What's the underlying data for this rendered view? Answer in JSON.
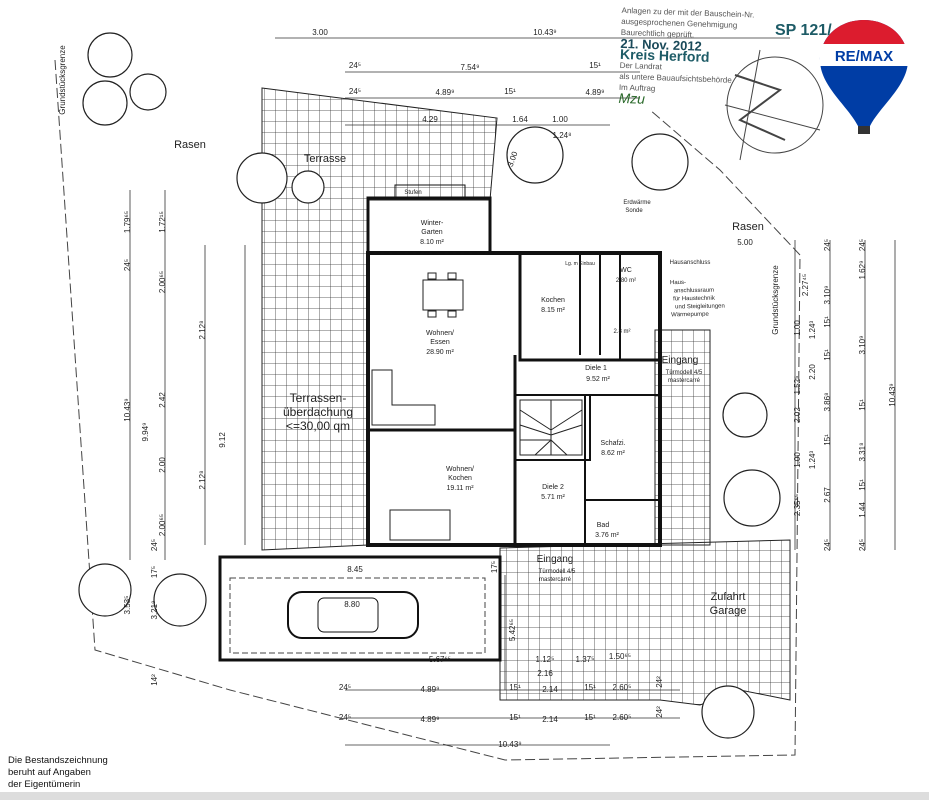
{
  "rooms": {
    "terrasse": "Terrasse",
    "rasen_left": "Rasen",
    "rasen_right": "Rasen",
    "stufen": "Stufen",
    "wintergarten_name": "Winter-",
    "wintergarten_name2": "Garten",
    "wintergarten_area": "8.10 m²",
    "wohnen_name": "Wohnen/",
    "wohnen_name2": "Essen",
    "wohnen_area": "28.90 m²",
    "kochen_name": "Kochen",
    "kochen_area": "8.15 m²",
    "wc_name": "WC",
    "wc_area": "2.80 m²",
    "dusche_area": "2.8 m²",
    "diele1_name": "Diele 1",
    "diele1_area": "9.52 m²",
    "schlaf_name": "Schafzi.",
    "schlaf_area": "8.62 m²",
    "wohnkochen_name": "Wohnen/",
    "wohnkochen_name2": "Kochen",
    "wohnkochen_area": "19.11 m²",
    "diele2_name": "Diele 2",
    "diele2_area": "5.71 m²",
    "bad_name": "Bad",
    "bad_area": "3.76 m²",
    "eingang1": "Eingang",
    "eingang1_sub": "Türmodell 4/5",
    "eingang1_sub2": "mastercarré",
    "eingang2": "Eingang",
    "eingang2_sub": "Türmodell 4/5",
    "eingang2_sub2": "mastercarré",
    "ueberdachung1": "Terrassen-",
    "ueberdachung2": "überdachung",
    "ueberdachung3": "<=30,00 qm",
    "zufahrt1": "Zufahrt",
    "zufahrt2": "Garage",
    "hausanschluss": "Hausanschluss",
    "hausanschlussraum1": "Haus-",
    "hausanschlussraum2": "anschlussraum",
    "hausanschlussraum3": "für Haustechnik",
    "hausanschlussraum4": "und Steigleitungen",
    "hausanschlussraum5": "Wärmepumpe",
    "erdwaerme1": "Erdwärme",
    "erdwaerme2": "Sonde",
    "grenze_left": "Grundstücksgrenze",
    "grenze_right": "Grundstücksgrenze",
    "einbau": "Lg. m Einbau"
  },
  "dims": {
    "top": [
      "3.00",
      "10.43⁹",
      "24⁵",
      "7.54⁹",
      "15¹",
      "24⁵",
      "4.89⁹",
      "15¹",
      "4.89⁹",
      "4.29",
      "1.64",
      "1.00",
      "1.24⁸",
      "3.00"
    ],
    "left": [
      "1.79⁶⁵",
      "1.72¹⁵",
      "24⁵",
      "2.00⁶⁵",
      "2.12⁸",
      "10.43⁹",
      "9.94⁹",
      "2.42",
      "9.12",
      "2.00",
      "2.12⁸",
      "2.00⁶⁵",
      "24⁵",
      "17⁵",
      "3.53⁵",
      "3.21⁹",
      "14²"
    ],
    "right": [
      "24⁵",
      "24⁵",
      "2.27⁴⁵",
      "3.10⁹",
      "1.62⁹",
      "1.00",
      "1.24³",
      "15¹",
      "3.10⁹",
      "1.52⁵",
      "2.20",
      "15¹",
      "2.02",
      "3.86⁸",
      "15¹",
      "1.00",
      "1.24³",
      "15¹",
      "3.31⁸",
      "10.43⁹",
      "2.35⁶⁵",
      "2.67",
      "15¹",
      "1.44",
      "24⁵",
      "24⁵",
      "5.00"
    ],
    "bottom": [
      "8.45",
      "8.80",
      "5.67⁶⁵",
      "5.42⁶⁵",
      "17⁵",
      "1.12⁵",
      "2.16",
      "1.37⁵",
      "1.50⁶⁵",
      "24⁵",
      "4.89⁹",
      "15¹",
      "2.14",
      "15¹",
      "2.60⁵",
      "24²",
      "24⁵",
      "4.89⁹",
      "15¹",
      "2.14",
      "15¹",
      "2.60⁵",
      "24²",
      "10.43⁹"
    ]
  },
  "stamp": {
    "line1": "Anlagen zu der mit der Bauschein-Nr.",
    "line2": "ausgesprochenen Genehmigung",
    "line3": "Baurechtlich geprüft.",
    "date": "21. Nov. 2012",
    "authority": "Kreis Herford",
    "line6": "Der Landrat",
    "line7": "als untere Bauaufsichtsbehörde",
    "line8": "Im Auftrag",
    "signature": "Mzu",
    "number": "SP 121/"
  },
  "logo": {
    "text": "RE/MAX",
    "colors": {
      "red": "#dc1c2e",
      "blue": "#003da5"
    }
  },
  "note": {
    "line1": "Die Bestandszeichnung",
    "line2": "beruht auf Angaben",
    "line3": "der Eigentümerin"
  }
}
